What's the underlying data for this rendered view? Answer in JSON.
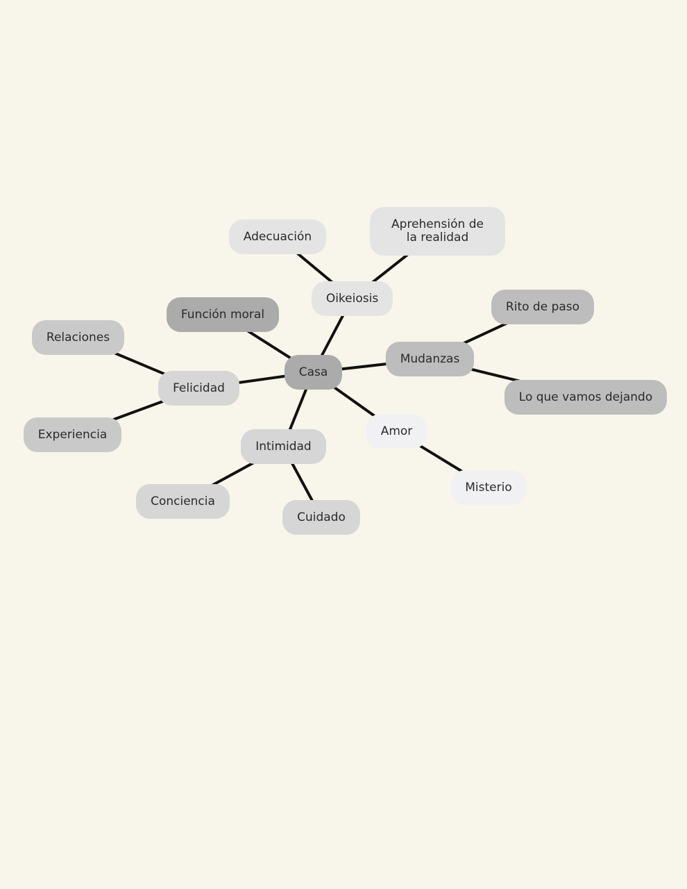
{
  "mindmap": {
    "center": "Casa",
    "nodes": {
      "casa": "Casa",
      "oikeiosis": "Oikeiosis",
      "adecuacion": "Adecuación",
      "aprehension": "Aprehensión de la realidad",
      "funcion_moral": "Función moral",
      "mudanzas": "Mudanzas",
      "rito_de_paso": "Rito de paso",
      "lo_que_vamos_dejando": "Lo que vamos dejando",
      "felicidad": "Felicidad",
      "relaciones": "Relaciones",
      "experiencia": "Experiencia",
      "intimidad": "Intimidad",
      "conciencia": "Conciencia",
      "cuidado": "Cuidado",
      "amor": "Amor",
      "misterio": "Misterio"
    },
    "edges": [
      [
        "casa",
        "oikeiosis"
      ],
      [
        "oikeiosis",
        "adecuacion"
      ],
      [
        "oikeiosis",
        "aprehension"
      ],
      [
        "casa",
        "funcion_moral"
      ],
      [
        "casa",
        "mudanzas"
      ],
      [
        "mudanzas",
        "rito_de_paso"
      ],
      [
        "mudanzas",
        "lo_que_vamos_dejando"
      ],
      [
        "casa",
        "felicidad"
      ],
      [
        "felicidad",
        "relaciones"
      ],
      [
        "felicidad",
        "experiencia"
      ],
      [
        "casa",
        "intimidad"
      ],
      [
        "intimidad",
        "conciencia"
      ],
      [
        "intimidad",
        "cuidado"
      ],
      [
        "casa",
        "amor"
      ],
      [
        "amor",
        "misterio"
      ]
    ]
  }
}
